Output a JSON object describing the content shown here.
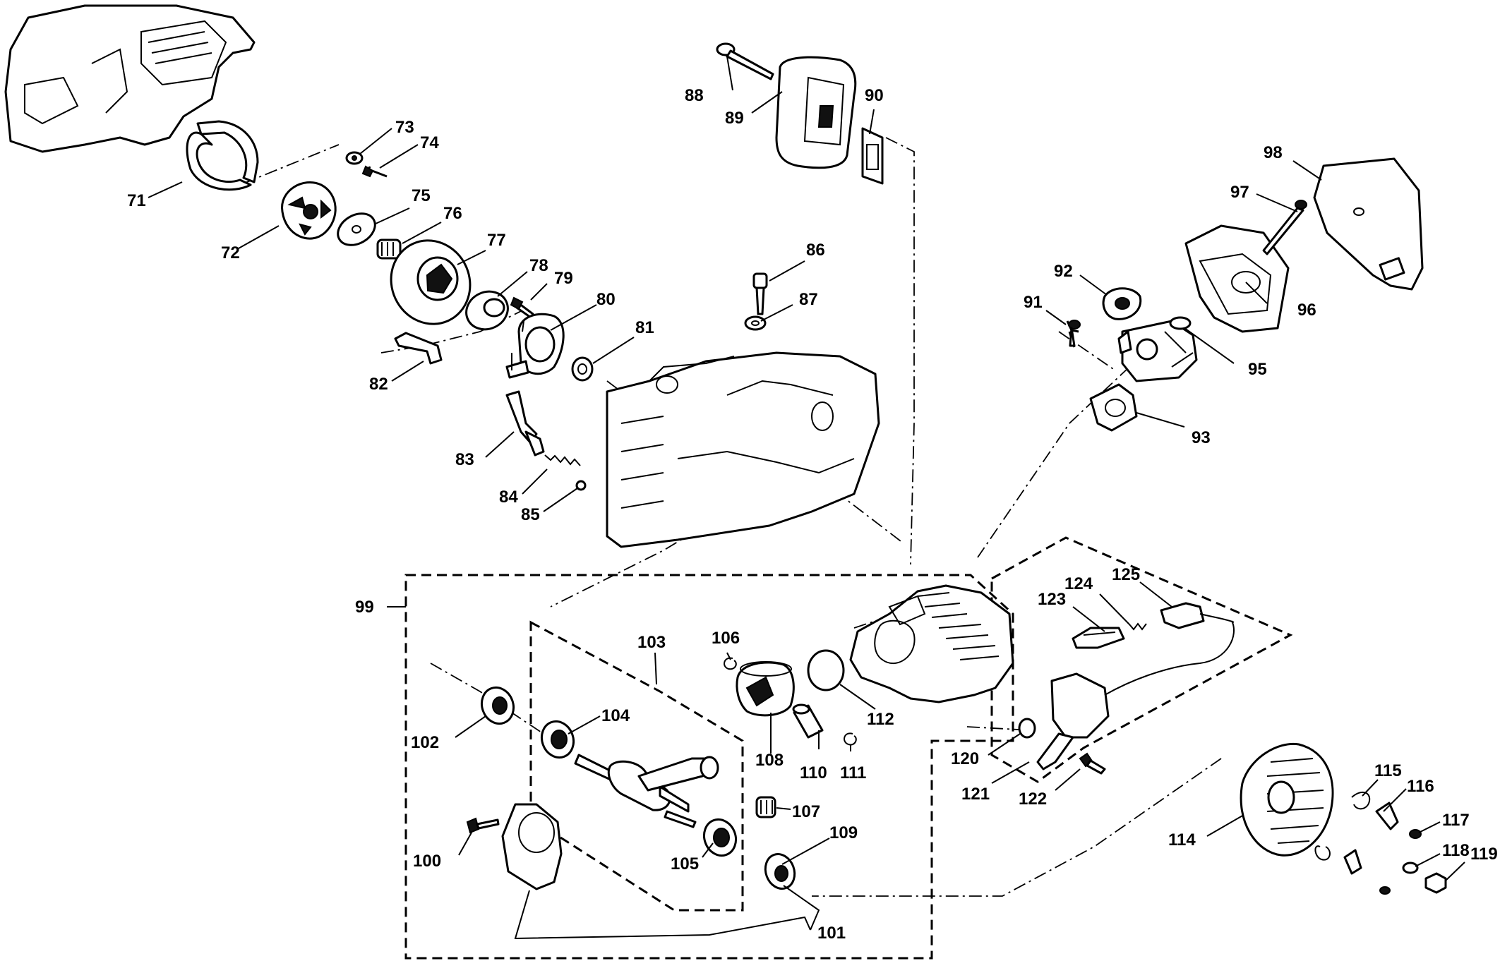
{
  "diagram": {
    "labels": {
      "l71": "71",
      "l72": "72",
      "l73": "73",
      "l74": "74",
      "l75": "75",
      "l76": "76",
      "l77": "77",
      "l78": "78",
      "l79": "79",
      "l80": "80",
      "l81": "81",
      "l82": "82",
      "l83": "83",
      "l84": "84",
      "l85": "85",
      "l86": "86",
      "l87": "87",
      "l88": "88",
      "l89": "89",
      "l90": "90",
      "l91": "91",
      "l92": "92",
      "l93": "93",
      "l95": "95",
      "l96": "96",
      "l97": "97",
      "l98": "98",
      "l99": "99",
      "l100": "100",
      "l101": "101",
      "l102": "102",
      "l103": "103",
      "l104": "104",
      "l105": "105",
      "l106": "106",
      "l107": "107",
      "l108": "108",
      "l109": "109",
      "l110": "110",
      "l111": "111",
      "l112": "112",
      "l114": "114",
      "l115": "115",
      "l116": "116",
      "l117": "117",
      "l118": "118",
      "l119": "119",
      "l120": "120",
      "l121": "121",
      "l122": "122",
      "l123": "123",
      "l124": "124",
      "l125": "125"
    }
  }
}
